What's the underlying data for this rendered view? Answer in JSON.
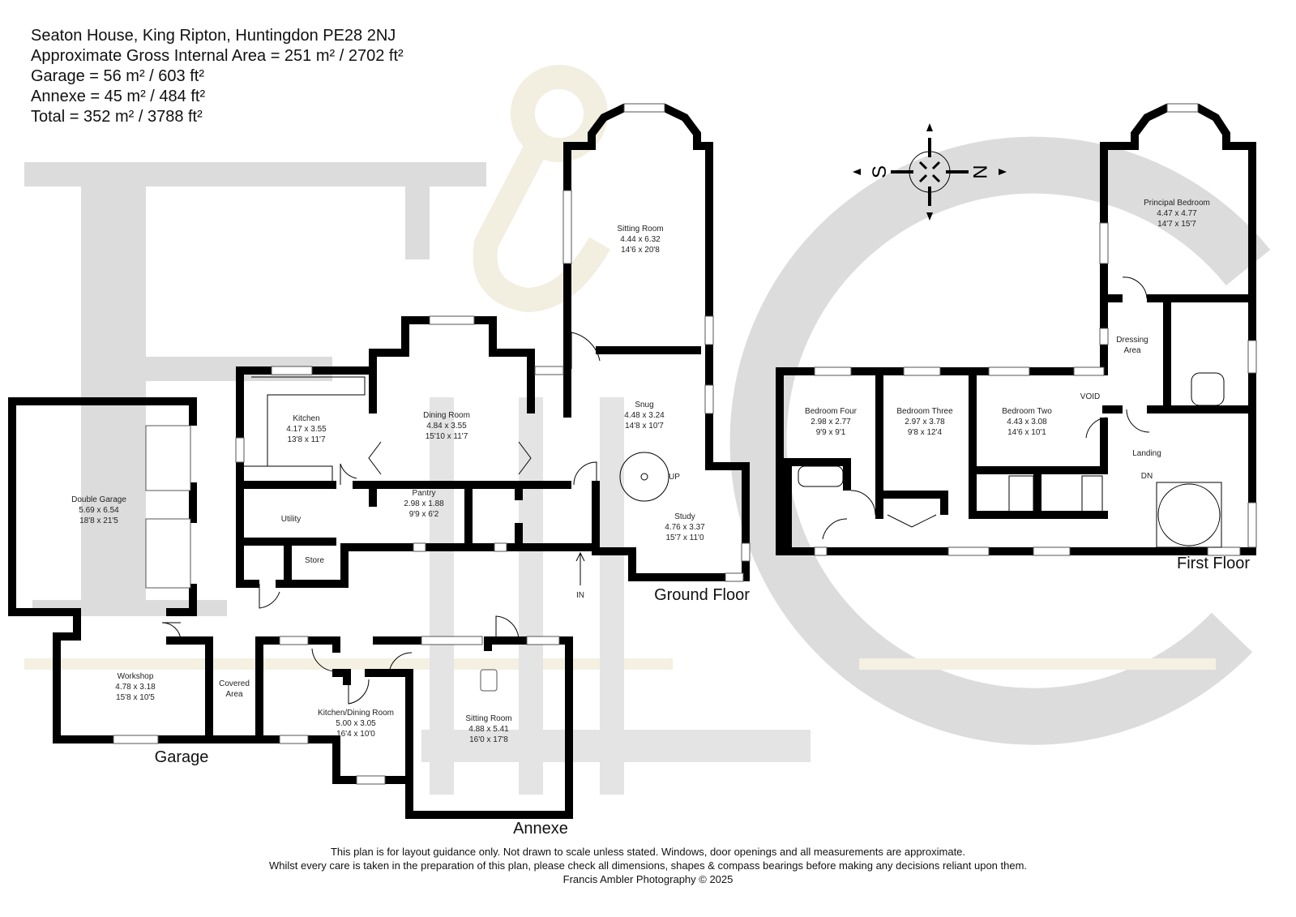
{
  "header": {
    "address": "Seaton House, King Ripton, Huntingdon PE28 2NJ",
    "gia": "Approximate Gross Internal Area = 251 m² / 2702 ft²",
    "garage": "Garage = 56 m² / 603 ft²",
    "annexe": "Annexe = 45 m² / 484 ft²",
    "total": "Total = 352 m² / 3788 ft²"
  },
  "watermark": {
    "letters": [
      "F",
      "&",
      "C"
    ]
  },
  "rooms": [
    {
      "name": "Sitting Room",
      "metric": "4.44 x 6.32",
      "imperial": "14'6 x 20'8"
    },
    {
      "name": "Kitchen",
      "metric": "4.17 x 3.55",
      "imperial": "13'8 x 11'7"
    },
    {
      "name": "Dining Room",
      "metric": "4.84 x 3.55",
      "imperial": "15'10 x 11'7"
    },
    {
      "name": "Snug",
      "metric": "4.48 x 3.24",
      "imperial": "14'8 x 10'7"
    },
    {
      "name": "Pantry",
      "metric": "2.98 x 1.88",
      "imperial": "9'9 x 6'2"
    },
    {
      "name": "Utility"
    },
    {
      "name": "Store"
    },
    {
      "name": "Study",
      "metric": "4.76 x 3.37",
      "imperial": "15'7 x 11'0"
    },
    {
      "name": "Double Garage",
      "metric": "5.69 x 6.54",
      "imperial": "18'8 x 21'5"
    },
    {
      "name": "Workshop",
      "metric": "4.78 x 3.18",
      "imperial": "15'8 x 10'5"
    },
    {
      "name": "Covered",
      "name2": "Area"
    },
    {
      "name": "Kitchen/Dining Room",
      "metric": "5.00 x 3.05",
      "imperial": "16'4 x 10'0"
    },
    {
      "name": "Sitting Room",
      "metric": "4.88 x 5.41",
      "imperial": "16'0 x 17'8"
    },
    {
      "name": "Principal Bedroom",
      "metric": "4.47 x 4.77",
      "imperial": "14'7 x 15'7"
    },
    {
      "name": "Dressing",
      "name2": "Area"
    },
    {
      "name": "VOID"
    },
    {
      "name": "Bedroom Four",
      "metric": "2.98 x 2.77",
      "imperial": "9'9 x 9'1"
    },
    {
      "name": "Bedroom Three",
      "metric": "2.97 x 3.78",
      "imperial": "9'8 x 12'4"
    },
    {
      "name": "Bedroom Two",
      "metric": "4.43 x 3.08",
      "imperial": "14'6 x 10'1"
    },
    {
      "name": "Landing"
    }
  ],
  "stairs": {
    "up": "UP",
    "down": "DN"
  },
  "entrance": "IN",
  "floors": {
    "ground": "Ground Floor",
    "first": "First Floor",
    "garage": "Garage",
    "annexe": "Annexe"
  },
  "compass": {
    "south": "S",
    "north": "N"
  },
  "footer": {
    "line1": "This plan is for layout guidance only. Not drawn to scale unless stated. Windows, door openings and all measurements are approximate.",
    "line2": "Whilst every care is taken in the preparation of this plan, please check all dimensions, shapes & compass bearings before making any decisions reliant upon them.",
    "copyright": "Francis Ambler Photography © 2025"
  }
}
